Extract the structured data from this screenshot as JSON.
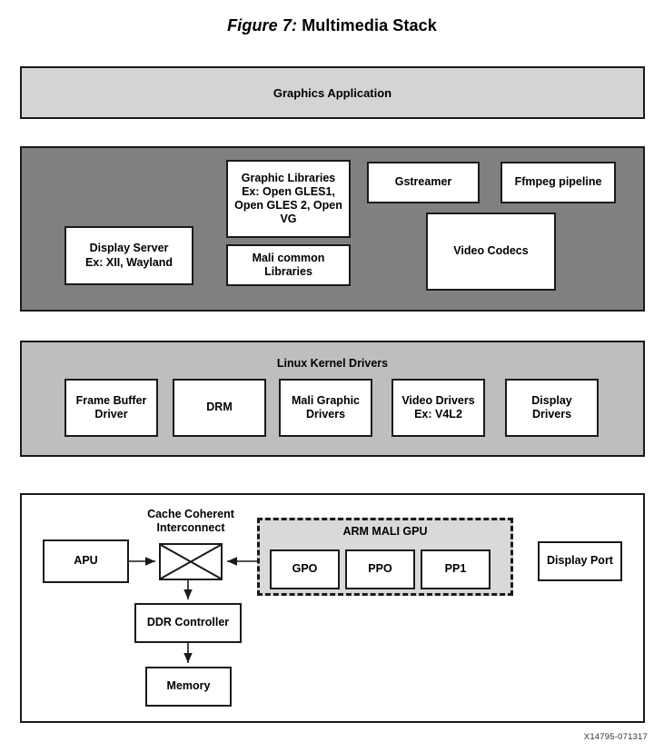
{
  "figure": {
    "label": "Figure 7:",
    "title": "Multimedia Stack",
    "footer_id": "X14795-071317"
  },
  "colors": {
    "application_band": "#d4d4d4",
    "middleware_band": "#808080",
    "kernel_band": "#bebebe",
    "hardware_band": "#ffffff",
    "gpu_container": "#d9d9d9",
    "box_fill": "#ffffff",
    "stroke": "#1a1a1a"
  },
  "application_layer": {
    "title": "Graphics Application"
  },
  "middleware_layer": {
    "boxes": [
      {
        "label": "Display Server\nEx: XII, Wayland"
      },
      {
        "label": "Graphic Libraries\nEx: Open GLES1,\nOpen GLES 2, Open\nVG"
      },
      {
        "label": "Mali common\nLibraries"
      },
      {
        "label": "Gstreamer"
      },
      {
        "label": "Ffmpeg pipeline"
      },
      {
        "label": "Video Codecs"
      }
    ]
  },
  "kernel_layer": {
    "title": "Linux Kernel Drivers",
    "boxes": [
      {
        "label": "Frame Buffer\nDriver"
      },
      {
        "label": "DRM"
      },
      {
        "label": "Mali Graphic\nDrivers"
      },
      {
        "label": "Video Drivers\nEx: V4L2"
      },
      {
        "label": "Display Drivers"
      }
    ]
  },
  "hardware_layer": {
    "apu": "APU",
    "interconnect": "Cache Coherent\nInterconnect",
    "ddr_controller": "DDR Controller",
    "memory": "Memory",
    "display_port": "Display Port",
    "gpu": {
      "title": "ARM MALI GPU",
      "cores": [
        {
          "label": "GPO"
        },
        {
          "label": "PPO"
        },
        {
          "label": "PP1"
        }
      ]
    }
  }
}
